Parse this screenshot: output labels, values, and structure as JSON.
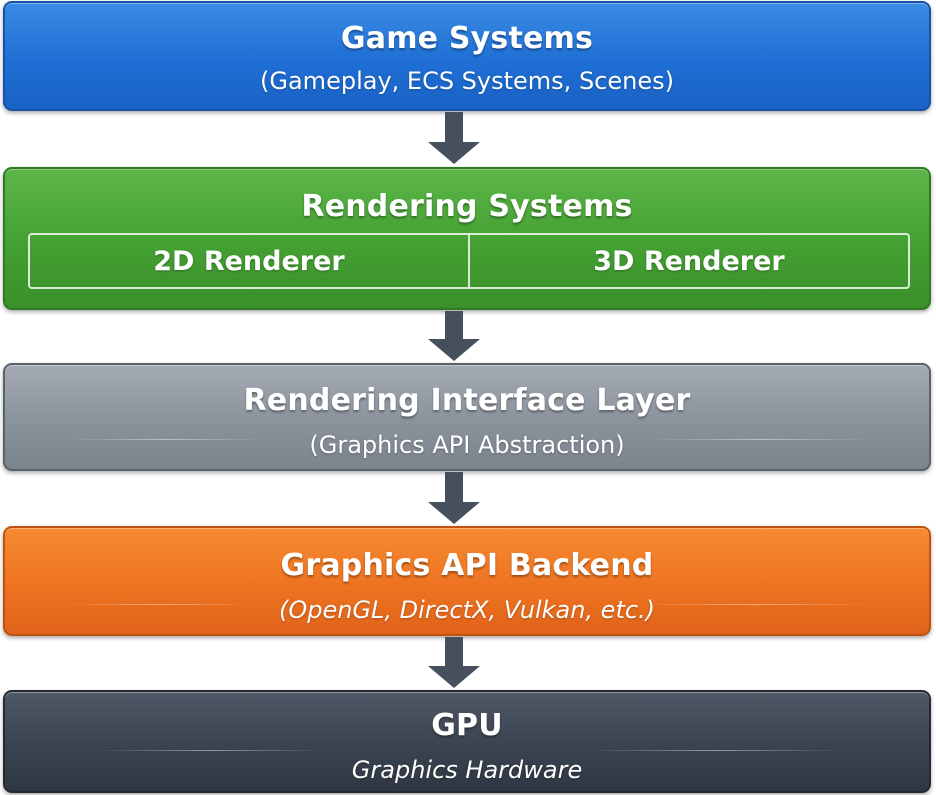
{
  "layers": {
    "game": {
      "title": "Game Systems",
      "subtitle": "(Gameplay, ECS Systems, Scenes)",
      "color": "#1f6fd5"
    },
    "rendering": {
      "title": "Rendering Systems",
      "renderers": [
        "2D Renderer",
        "3D Renderer"
      ],
      "color": "#44a032"
    },
    "interface": {
      "title": "Rendering Interface Layer",
      "subtitle": "(Graphics API Abstraction)",
      "color": "#8a929c"
    },
    "backend": {
      "title": "Graphics API Backend",
      "subtitle": "(OpenGL, DirectX, Vulkan, etc.)",
      "color": "#ee7320"
    },
    "gpu": {
      "title": "GPU",
      "subtitle": "Graphics Hardware",
      "color": "#3a4350"
    }
  },
  "arrow_color": "#46505c"
}
